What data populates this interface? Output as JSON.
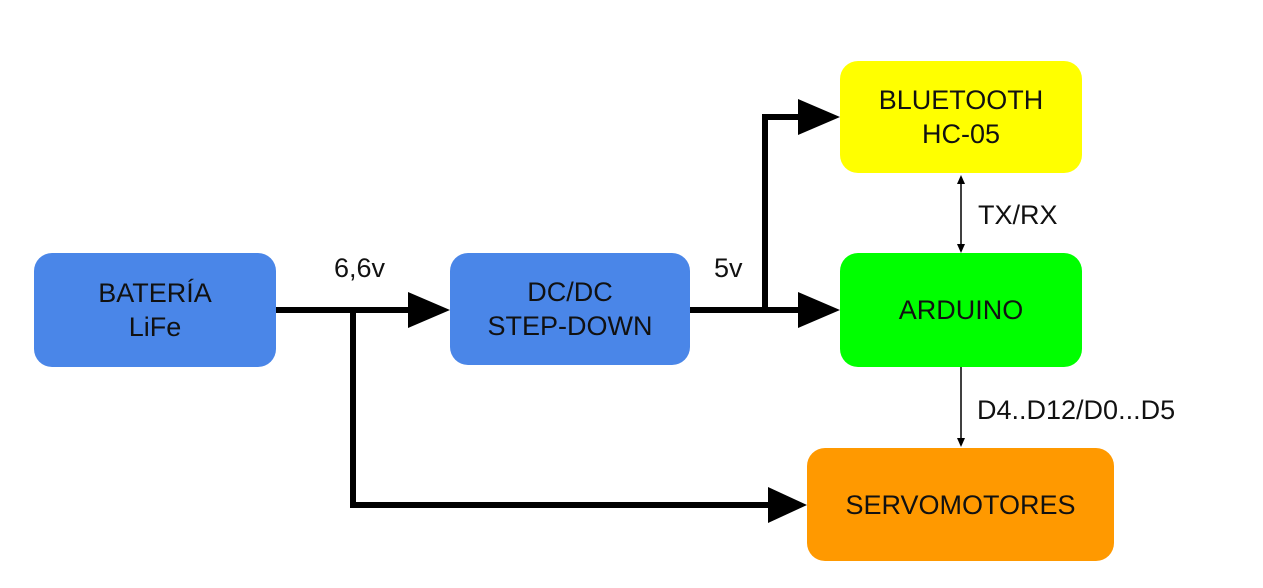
{
  "colors": {
    "battery": "#4a86e8",
    "dcdc": "#4a86e8",
    "bluetooth": "#ffff00",
    "arduino": "#00ff00",
    "servos": "#ff9900",
    "line": "#000000"
  },
  "blocks": {
    "battery": {
      "line1": "BATERÍA",
      "line2": "LiFe"
    },
    "dcdc": {
      "line1": "DC/DC",
      "line2": "STEP-DOWN"
    },
    "bluetooth": {
      "line1": "BLUETOOTH",
      "line2": "HC-05"
    },
    "arduino": {
      "line1": "ARDUINO"
    },
    "servos": {
      "line1": "SERVOMOTORES"
    }
  },
  "labels": {
    "battery_voltage": "6,6v",
    "regulated_voltage": "5v",
    "serial": "TX/RX",
    "pins": "D4..D12/D0...D5"
  }
}
